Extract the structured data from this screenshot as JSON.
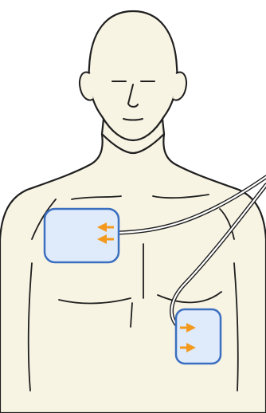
{
  "illustration": {
    "subject": "torso-with-aed-pads",
    "colors": {
      "background": "#ffffff",
      "skin": "#f8f4e4",
      "outline": "#1f1f1f",
      "pad_fill": "#dfebfb",
      "pad_border": "#3b6fbf",
      "arrow": "#f39a1e",
      "cable_outer": "#1f1f1f",
      "cable_inner": "#ffffff"
    },
    "pads": [
      {
        "name": "right-upper-chest-pad",
        "arrows": [
          "arrow-left-icon",
          "arrow-left-icon"
        ]
      },
      {
        "name": "left-side-pad",
        "arrows": [
          "arrow-right-icon",
          "arrow-right-icon"
        ]
      }
    ]
  }
}
